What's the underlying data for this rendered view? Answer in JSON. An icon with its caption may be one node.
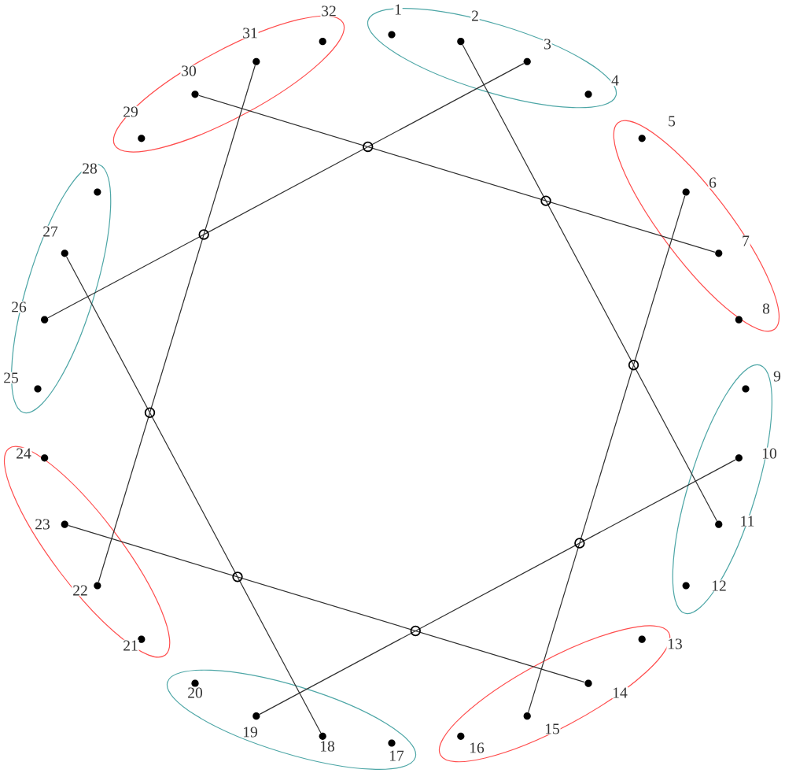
{
  "diagram": {
    "nodes": [
      {
        "text": [],
        "shape": "ellipse"
      },
      {
        "text": [],
        "shape": "circle",
        "beside": [
          "1"
        ],
        "in": 0
      },
      {
        "text": [],
        "shape": "circle",
        "beside": [
          "2"
        ],
        "in": 0
      },
      {
        "text": [],
        "shape": "circle",
        "beside": [
          "3"
        ],
        "in": 0
      },
      {
        "text": [],
        "shape": "circle",
        "beside": [
          "4"
        ],
        "in": 0
      },
      {
        "text": [],
        "shape": "ellipse"
      },
      {
        "text": [],
        "shape": "circle",
        "beside": [
          "5"
        ],
        "in": 5
      },
      {
        "text": [],
        "shape": "circle",
        "beside": [
          "6"
        ],
        "in": 5
      },
      {
        "text": [],
        "shape": "circle",
        "beside": [
          "7"
        ],
        "in": 5
      },
      {
        "text": [],
        "shape": "circle",
        "beside": [
          "8"
        ],
        "in": 5
      },
      {
        "text": [],
        "shape": "ellipse"
      },
      {
        "text": [],
        "shape": "circle",
        "beside": [
          "9"
        ],
        "in": 10
      },
      {
        "text": [],
        "shape": "circle",
        "beside": [
          "10"
        ],
        "in": 10
      },
      {
        "text": [],
        "shape": "circle",
        "beside": [
          "11"
        ],
        "in": 10
      },
      {
        "text": [],
        "shape": "circle",
        "beside": [
          "12"
        ],
        "in": 10
      },
      {
        "text": [],
        "shape": "ellipse"
      },
      {
        "text": [],
        "shape": "circle",
        "beside": [
          "13"
        ],
        "in": 15
      },
      {
        "text": [],
        "shape": "circle",
        "beside": [
          "14"
        ],
        "in": 15
      },
      {
        "text": [],
        "shape": "circle",
        "beside": [
          "15"
        ],
        "in": 15
      },
      {
        "text": [],
        "shape": "circle",
        "beside": [
          "16"
        ],
        "in": 15
      },
      {
        "text": [],
        "shape": "ellipse"
      },
      {
        "text": [],
        "shape": "circle",
        "beside": [
          "17"
        ],
        "in": 20
      },
      {
        "text": [],
        "shape": "circle",
        "beside": [
          "18"
        ],
        "in": 20
      },
      {
        "text": [],
        "shape": "circle",
        "beside": [
          "19"
        ],
        "in": 20
      },
      {
        "text": [],
        "shape": "circle",
        "beside": [
          "20"
        ],
        "in": 20
      },
      {
        "text": [],
        "shape": "ellipse"
      },
      {
        "text": [],
        "shape": "circle",
        "beside": [
          "21"
        ],
        "in": 25
      },
      {
        "text": [],
        "shape": "circle",
        "beside": [
          "22"
        ],
        "in": 25
      },
      {
        "text": [],
        "shape": "circle",
        "beside": [
          "23"
        ],
        "in": 25
      },
      {
        "text": [],
        "shape": "circle",
        "beside": [
          "24"
        ],
        "in": 25
      },
      {
        "text": [],
        "shape": "ellipse"
      },
      {
        "text": [],
        "shape": "circle",
        "beside": [
          "25"
        ],
        "in": 30
      },
      {
        "text": [],
        "shape": "circle",
        "beside": [
          "26"
        ],
        "in": 30
      },
      {
        "text": [],
        "shape": "circle",
        "beside": [
          "27"
        ],
        "in": 30
      },
      {
        "text": [],
        "shape": "circle",
        "beside": [
          "28"
        ],
        "in": 30
      },
      {
        "text": [],
        "shape": "ellipse"
      },
      {
        "text": [],
        "shape": "circle",
        "beside": [
          "29"
        ],
        "in": 35
      },
      {
        "text": [],
        "shape": "circle",
        "beside": [
          "30"
        ],
        "in": 35
      },
      {
        "text": [],
        "shape": "circle",
        "beside": [
          "31"
        ],
        "in": 35
      },
      {
        "text": [],
        "shape": "circle",
        "beside": [
          "32"
        ],
        "in": 35
      }
    ],
    "edges": [
      {
        "from": 2,
        "to": 13,
        "arrow": "none"
      },
      {
        "from": 3,
        "to": 32,
        "arrow": "none"
      },
      {
        "from": 7,
        "to": 18,
        "arrow": "none"
      },
      {
        "from": 8,
        "to": 37,
        "arrow": "none"
      },
      {
        "from": 12,
        "to": 23,
        "arrow": "none"
      },
      {
        "from": 17,
        "to": 28,
        "arrow": "none"
      },
      {
        "from": 22,
        "to": 33,
        "arrow": "none"
      },
      {
        "from": 27,
        "to": 38,
        "arrow": "none"
      }
    ]
  }
}
